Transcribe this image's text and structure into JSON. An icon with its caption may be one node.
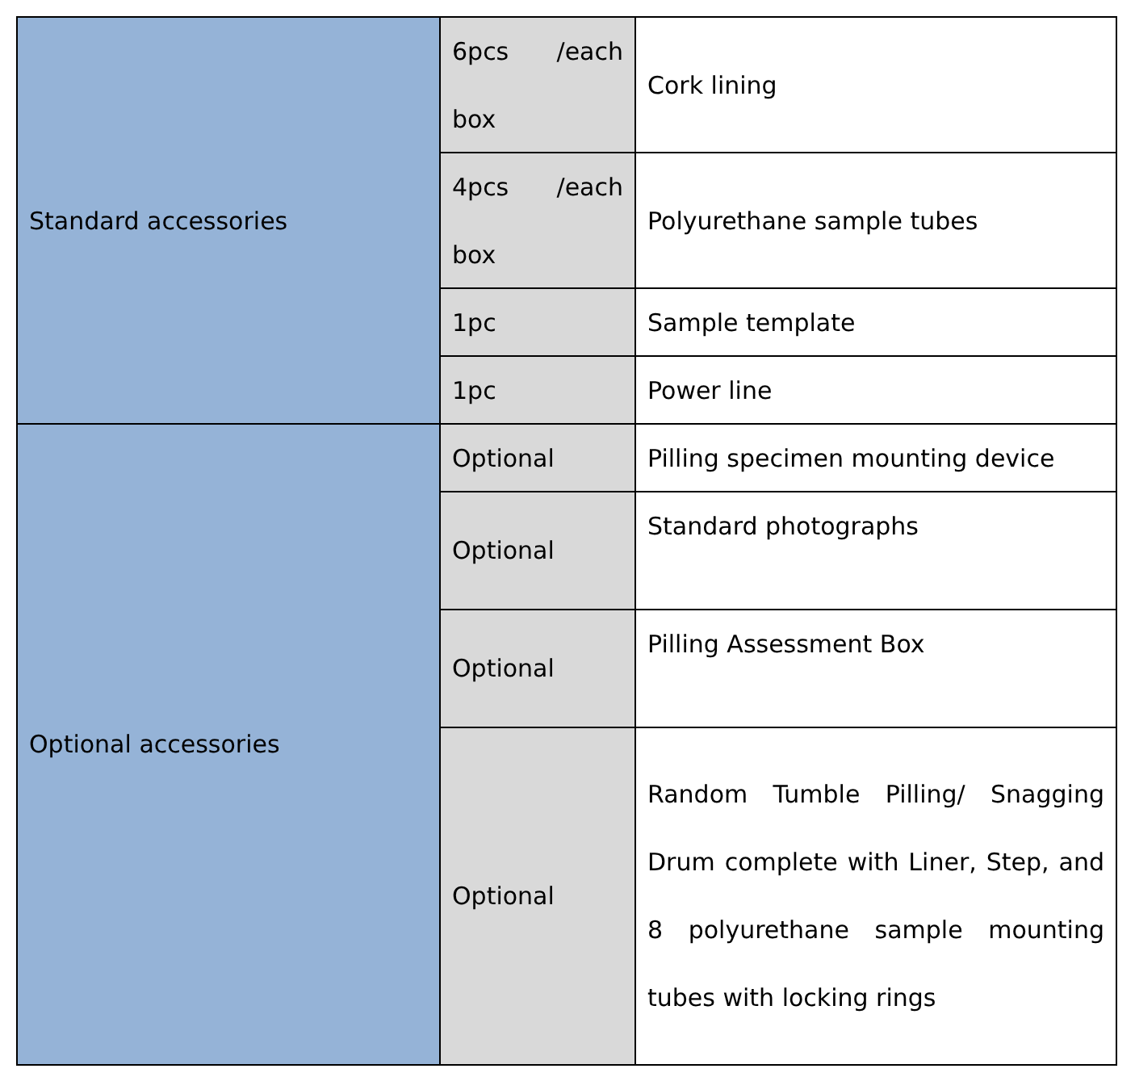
{
  "diagram": {
    "labels": [
      "Standard accessories",
      "6pcs /each box",
      "Cork lining",
      "4pcs /each box",
      "Polyurethane sample tubes",
      "1pc",
      "Sample template",
      "1pc",
      "Power line",
      "Optional accessories",
      "Optional",
      "Pilling specimen mounting device",
      "Optional",
      "Standard photographs",
      "Optional",
      "Pilling Assessment Box",
      "Optional",
      "Random Tumble Pilling/ Snagging Drum complete with Liner, Step, and 8 polyurethane sample mounting tubes with locking rings"
    ]
  }
}
